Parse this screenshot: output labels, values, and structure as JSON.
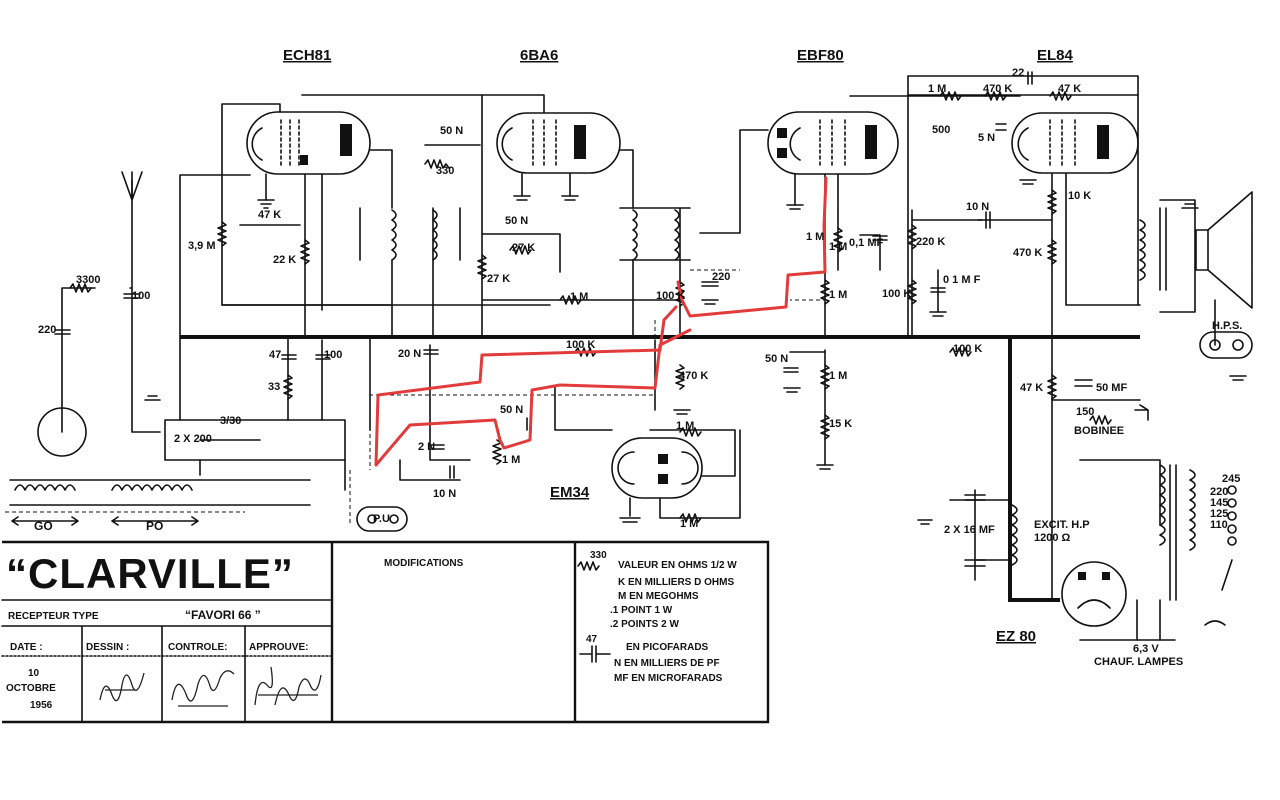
{
  "tubes": {
    "ech81": "ECH81",
    "ba6": "6BA6",
    "ebf80": "EBF80",
    "el84": "EL84",
    "em34": "EM34",
    "ez80": "EZ 80"
  },
  "components": {
    "r_3300": "3300",
    "c_100a": "100",
    "c_220": "220",
    "r_39m": "3,9 M",
    "r_47k": "47 K",
    "r_22k": "22   K",
    "c_50n_a": "50 N",
    "r_330": "330",
    "c_50n_b": "50 N",
    "r_27k_a": "27 K",
    "r_27k_b": "27 K",
    "r_1m_a": "1 M",
    "c_220_b": "220",
    "r_100k_a": "100 K",
    "r_470k_a": "470 K",
    "r_1m_b": "1 M",
    "c_01mf": "0,1 MF",
    "r_1m_c": "1 M",
    "r_220k": "220 K",
    "r_100k_b": "100 K",
    "c_01mf_b": "0 1 M F",
    "c_10n_a": "10 N",
    "r_470k_b": "470 K",
    "r_10k": "10 K",
    "c_22": "22",
    "r_1m_d": "1 M",
    "r_470k_c": "470 K",
    "r_47k_b": "47 K",
    "c_500": "500",
    "c_5n": "5 N",
    "c_20n": "20 N",
    "c_47": "47",
    "c_100b": "100",
    "r_33": "33",
    "c_2x200": "2 X 200",
    "c_330": "3/30",
    "r_100k_c": "100 K",
    "c_50n_c": "50 N",
    "r_1m_e": "1 M",
    "c_50n_d": "50 N",
    "r_1m_f": "1 M",
    "r_15k": "15 K",
    "r_100k_d": "100 K",
    "r_47k_c": "47 K",
    "c_50mf": "50 MF",
    "r_150": "150",
    "bobinee": "BOBINEE",
    "c_2n": "2 N",
    "r_1m_g": "1 M",
    "c_10n_b": "10 N",
    "r_1m_h": "1 M",
    "r_1m_i": "1 M",
    "c_2x16mf": "2 X 16 MF",
    "excit": "EXCIT.   H.P",
    "excit_ohm": "1200 Ω",
    "hps": "H.P.S.",
    "pu": "P.U",
    "go": "GO",
    "po": "PO",
    "v245": "245",
    "v220": "220",
    "v145": "145",
    "v125": "125",
    "v110": "110",
    "v63": "6,3 V",
    "chauf": "CHAUF. LAMPES"
  },
  "titleblock": {
    "brand": "“CLARVILLE”",
    "recepteur": "RECEPTEUR   TYPE",
    "type_name": "“FAVORI  66 ”",
    "modifications": "MODIFICATIONS",
    "date_label": "DATE :",
    "dessin_label": "DESSIN :",
    "controle_label": "CONTROLE:",
    "approuve_label": "APPROUVE:",
    "date_day": "10",
    "date_month": "OCTOBRE",
    "date_year": "1956"
  },
  "legend": {
    "sym330": "330",
    "valeur": "VALEUR  EN  OHMS 1/2 W",
    "k": "K   EN  MILLIERS  D OHMS",
    "m": "M   EN  MEGOHMS",
    "point1": ".1  POINT        1  W",
    "point2": ".2  POINTS     2  W",
    "sym47": "47",
    "pico": "EN  PICOFARADS",
    "n": "N  EN  MILLIERS  DE  PF",
    "mf": "MF   EN  MICROFARADS"
  }
}
